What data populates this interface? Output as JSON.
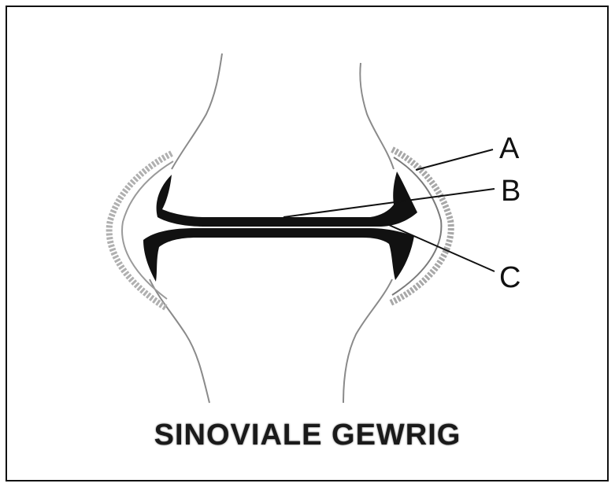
{
  "diagram": {
    "title": "SINOVIALE GEWRIG",
    "labels": {
      "a": "A",
      "b": "B",
      "c": "C"
    }
  }
}
